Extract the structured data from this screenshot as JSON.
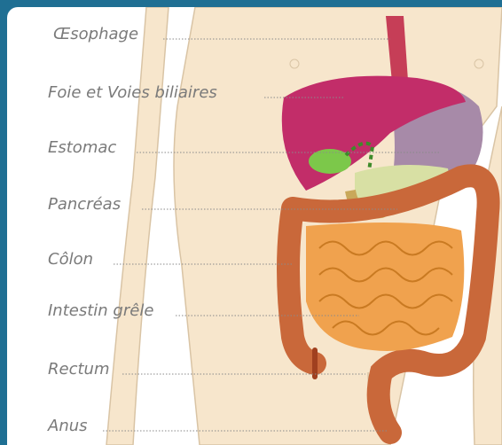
{
  "labels": [
    "Œsophage",
    "Foie et Voies biliaires",
    "Estomac",
    "Pancréas",
    "Côlon",
    "Intestin grêle",
    "Rectum",
    "Anus"
  ],
  "colors": {
    "frame": "#1f6f93",
    "skin": "#f7e6cc",
    "liver": "#c22d69",
    "gallbladder": "#7cc84a",
    "stomach": "#a78aa8",
    "pancreas": "#d8e0a4",
    "colon": "#c9683a",
    "small_intestine": "#f0a24e",
    "label_text": "#7a7a7a"
  }
}
